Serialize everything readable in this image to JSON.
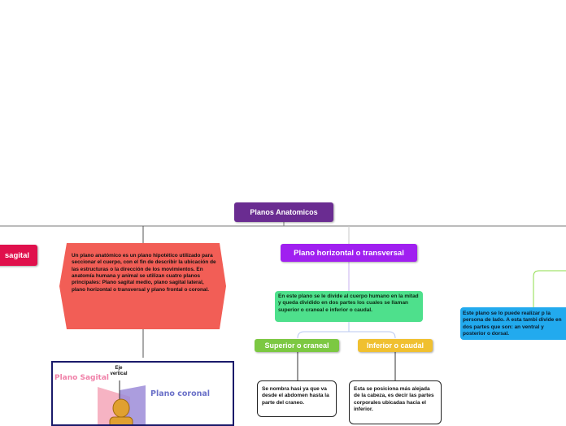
{
  "colors": {
    "root": "#6a2c91",
    "horizontal": "#a020f0",
    "sagittal": "#e0104c",
    "green_block": "#4ee08c",
    "superior": "#7cc842",
    "inferior": "#f0c030",
    "blue_block": "#22aaee",
    "hex_block": "#f25e56"
  },
  "root": {
    "label": "Planos Anatomicos"
  },
  "left_branch": {
    "label": "sagital"
  },
  "hex_text": "Un plano anatómico es un plano hipotético utilizado para seccionar el cuerpo, con el fin de describir la ubicación de las estructuras o la dirección de los movimientos. En anatomía humana y animal se utilizan cuatro planos principales: Plano sagital medio, plano sagital lateral, plano horizontal o transversal y plano frontal o coronal.",
  "illustration": {
    "label_sagital": "Plano Sagital",
    "label_axis": "Eje vertical",
    "label_coronal": "Plano coronal"
  },
  "horizontal_branch": {
    "label": "Plano horizontal o transversal",
    "description": "En este plano se le divide al cuerpo humano en la mitad y queda dividido en dos partes los cuales se llaman superior o craneal e inferior o caudal.",
    "superior": {
      "label": "Superior o craneal",
      "text": "Se nombra hasi ya que va desde el abdomen hasta la parte del craneo."
    },
    "inferior": {
      "label": "Inferior o caudal",
      "text": "Esta se posiciona más alejada de la cabeza, es decir las partes corporales ubicadas hacia el inferior."
    }
  },
  "right_branch": {
    "text": "Este plano se lo puede realizar p la persona de lado. A esta tambi divide en dos partes que son: an ventral y posterior o dorsal."
  }
}
